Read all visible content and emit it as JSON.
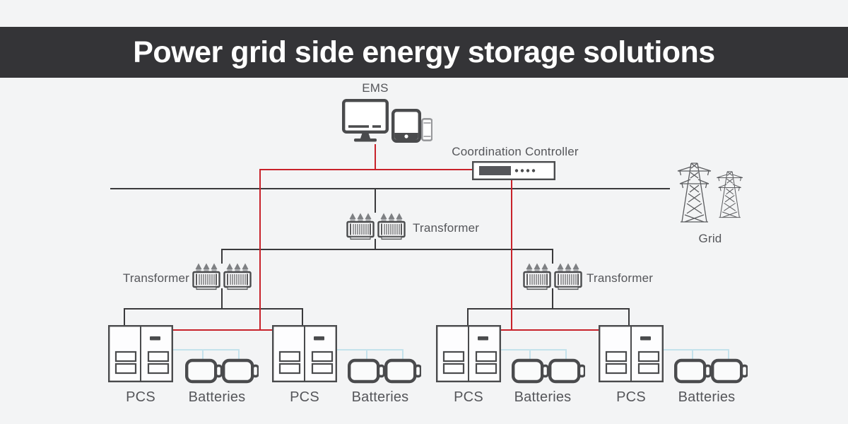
{
  "header": {
    "title": "Power grid side energy storage solutions"
  },
  "diagram": {
    "ems": {
      "label": "EMS"
    },
    "controller": {
      "label": "Coordination Controller"
    },
    "grid": {
      "label": "Grid"
    },
    "transformers": {
      "center": "Transformer",
      "left": "Transformer",
      "right": "Transformer"
    },
    "groups": [
      {
        "pcs": "PCS",
        "batteries": "Batteries"
      },
      {
        "pcs": "PCS",
        "batteries": "Batteries"
      },
      {
        "pcs": "PCS",
        "batteries": "Batteries"
      },
      {
        "pcs": "PCS",
        "batteries": "Batteries"
      }
    ],
    "colors": {
      "banner_bg": "#343437",
      "page_bg": "#f3f4f5",
      "line_dark": "#3a3a3c",
      "accent_red": "#c8222a",
      "battery_link_blue": "#c4e2ec",
      "icon_gray": "#4a4b4d",
      "label_gray": "#55565a"
    }
  }
}
